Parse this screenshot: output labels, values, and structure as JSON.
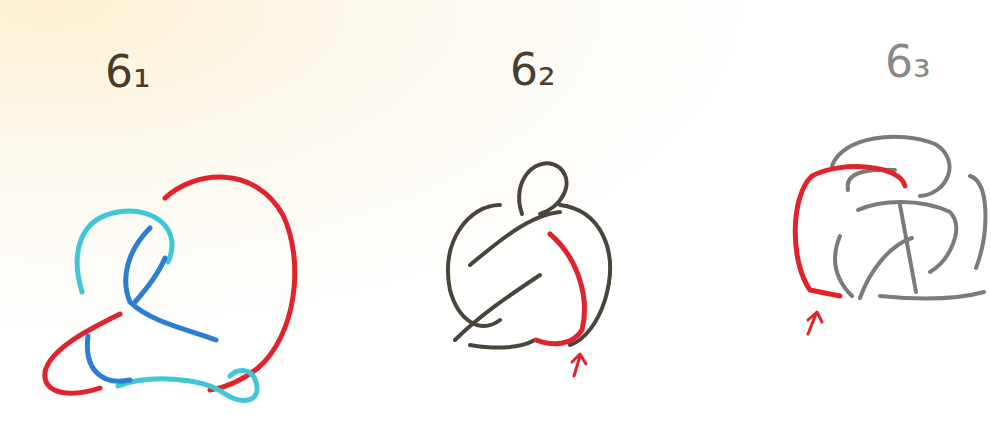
{
  "diagram": {
    "labels": [
      "6₁",
      "6₂",
      "6₃"
    ]
  }
}
